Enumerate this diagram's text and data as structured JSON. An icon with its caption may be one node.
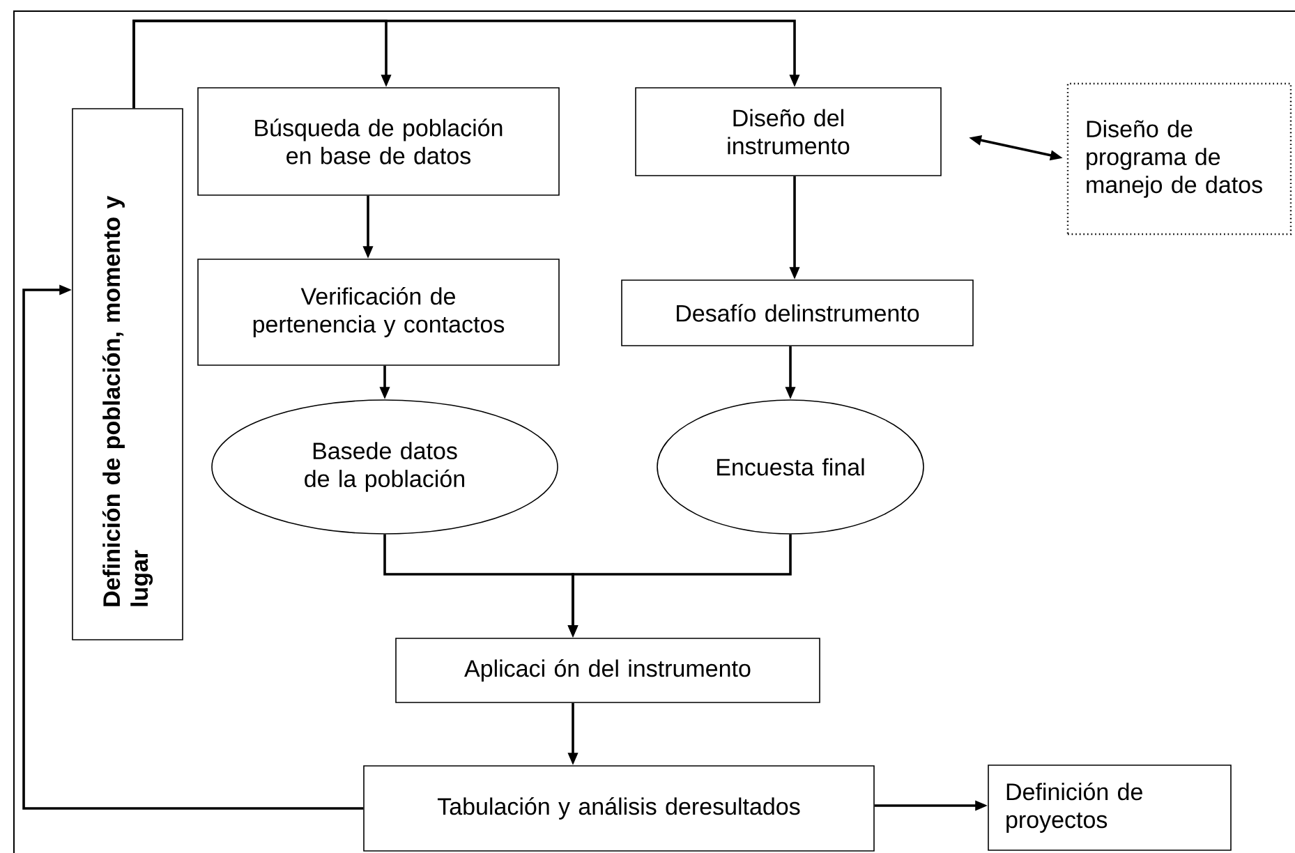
{
  "diagram": {
    "nodes": [
      {
        "text": [
          "Definición de población, momento y lugar"
        ]
      },
      {
        "text": [
          "Búsqueda de población en base de datos"
        ]
      },
      {
        "text": [
          "Diseño del instrumento"
        ]
      },
      {
        "text": [
          "Diseño de programa de manejo de datos"
        ]
      },
      {
        "text": [
          "Verificación de pertenencia y contactos"
        ]
      },
      {
        "text": [
          "Desafío delinstrumento"
        ]
      },
      {
        "text": [
          "Basede datos de la población"
        ]
      },
      {
        "text": [
          "Encuesta final"
        ]
      },
      {
        "text": [
          "Aplicaci ón del instrumento"
        ]
      },
      {
        "text": [
          "Tabulación y análisis deresultados"
        ]
      },
      {
        "text": [
          "Definición de proyectos"
        ]
      }
    ],
    "edges": [
      {
        "from": 0,
        "to": 1,
        "arrow": "to"
      },
      {
        "from": 0,
        "to": 2,
        "arrow": "to"
      },
      {
        "from": 2,
        "to": 3,
        "arrow": "both"
      },
      {
        "from": 1,
        "to": 4,
        "arrow": "to"
      },
      {
        "from": 4,
        "to": 6,
        "arrow": "to"
      },
      {
        "from": 2,
        "to": 5,
        "arrow": "to"
      },
      {
        "from": 5,
        "to": 7,
        "arrow": "to"
      },
      {
        "from": 6,
        "to": 8,
        "arrow": "to"
      },
      {
        "from": 7,
        "to": 8,
        "arrow": "to"
      },
      {
        "from": 8,
        "to": 9,
        "arrow": "to"
      },
      {
        "from": 9,
        "to": 10,
        "arrow": "to"
      },
      {
        "from": 9,
        "to": 0,
        "arrow": "to"
      }
    ]
  }
}
